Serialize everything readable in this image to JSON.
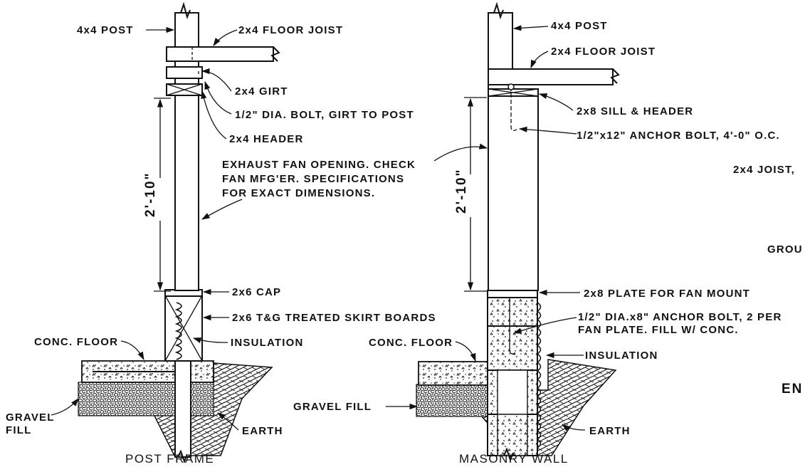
{
  "left": {
    "title": "POST FRAME",
    "labels": {
      "post": "4x4 POST",
      "floor_joist": "2x4 FLOOR JOIST",
      "girt": "2x4 GIRT",
      "bolt": "1/2\" DIA. BOLT, GIRT TO POST",
      "header": "2x4 HEADER",
      "cap": "2x6 CAP",
      "skirt": "2x6 T&G TREATED SKIRT BOARDS",
      "insulation": "INSULATION",
      "conc_floor": "CONC. FLOOR",
      "gravel_1": "GRAVEL",
      "gravel_2": "FILL",
      "earth": "EARTH",
      "dim": "2'-10\""
    }
  },
  "center_note": {
    "line1": "EXHAUST FAN OPENING. CHECK",
    "line2": "FAN MFG'ER. SPECIFICATIONS",
    "line3": "FOR EXACT DIMENSIONS."
  },
  "right": {
    "title": "MASONRY WALL",
    "labels": {
      "post": "4x4 POST",
      "floor_joist": "2x4 FLOOR JOIST",
      "sill": "2x8 SILL & HEADER",
      "anchor": "1/2\"x12\" ANCHOR BOLT, 4'-0\" O.C.",
      "plate": "2x8 PLATE FOR FAN MOUNT",
      "anchor2_1": "1/2\" DIA.x8\" ANCHOR BOLT, 2 PER",
      "anchor2_2": "FAN PLATE. FILL W/ CONC.",
      "insulation": "INSULATION",
      "conc_floor": "CONC. FLOOR",
      "gravel": "GRAVEL FILL",
      "earth": "EARTH",
      "dim": "2'-10\""
    }
  },
  "edge": {
    "joist": "2x4 JOIST,",
    "ground": "GROU",
    "en": "EN"
  }
}
